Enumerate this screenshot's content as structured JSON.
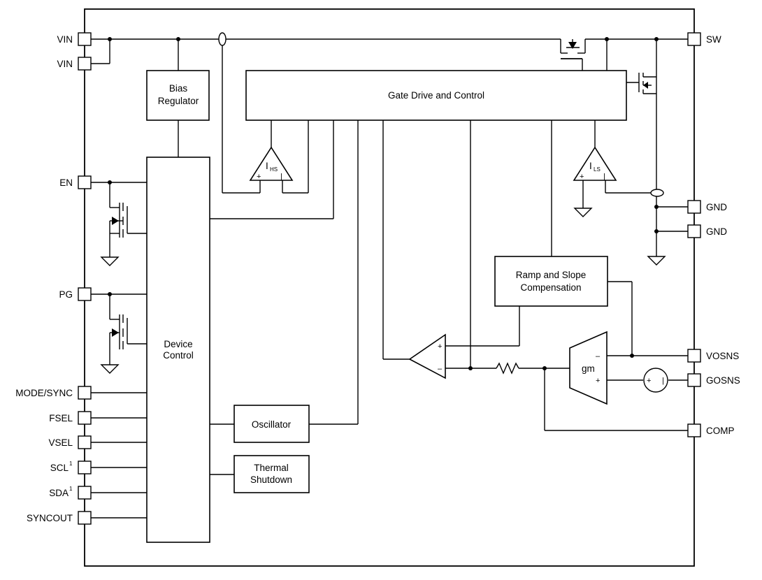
{
  "pins": {
    "vin1": "VIN",
    "vin2": "VIN",
    "en": "EN",
    "pg": "PG",
    "mode_sync": "MODE/SYNC",
    "fsel": "FSEL",
    "vsel": "VSEL",
    "scl": "SCL",
    "scl_note": "1",
    "sda": "SDA",
    "sda_note": "1",
    "syncout": "SYNCOUT",
    "sw": "SW",
    "gnd1": "GND",
    "gnd2": "GND",
    "vosns": "VOSNS",
    "gosns": "GOSNS",
    "comp": "COMP"
  },
  "blocks": {
    "bias_line1": "Bias",
    "bias_line2": "Regulator",
    "gate_drive": "Gate Drive and Control",
    "device_line1": "Device",
    "device_line2": "Control",
    "ramp_line1": "Ramp and Slope",
    "ramp_line2": "Compensation",
    "oscillator": "Oscillator",
    "thermal_line1": "Thermal",
    "thermal_line2": "Shutdown",
    "gm": "gm"
  },
  "amps": {
    "ihs_main": "I",
    "ihs_sub": "HS",
    "ils_main": "I",
    "ils_sub": "LS",
    "plus": "+",
    "minus": "–"
  }
}
